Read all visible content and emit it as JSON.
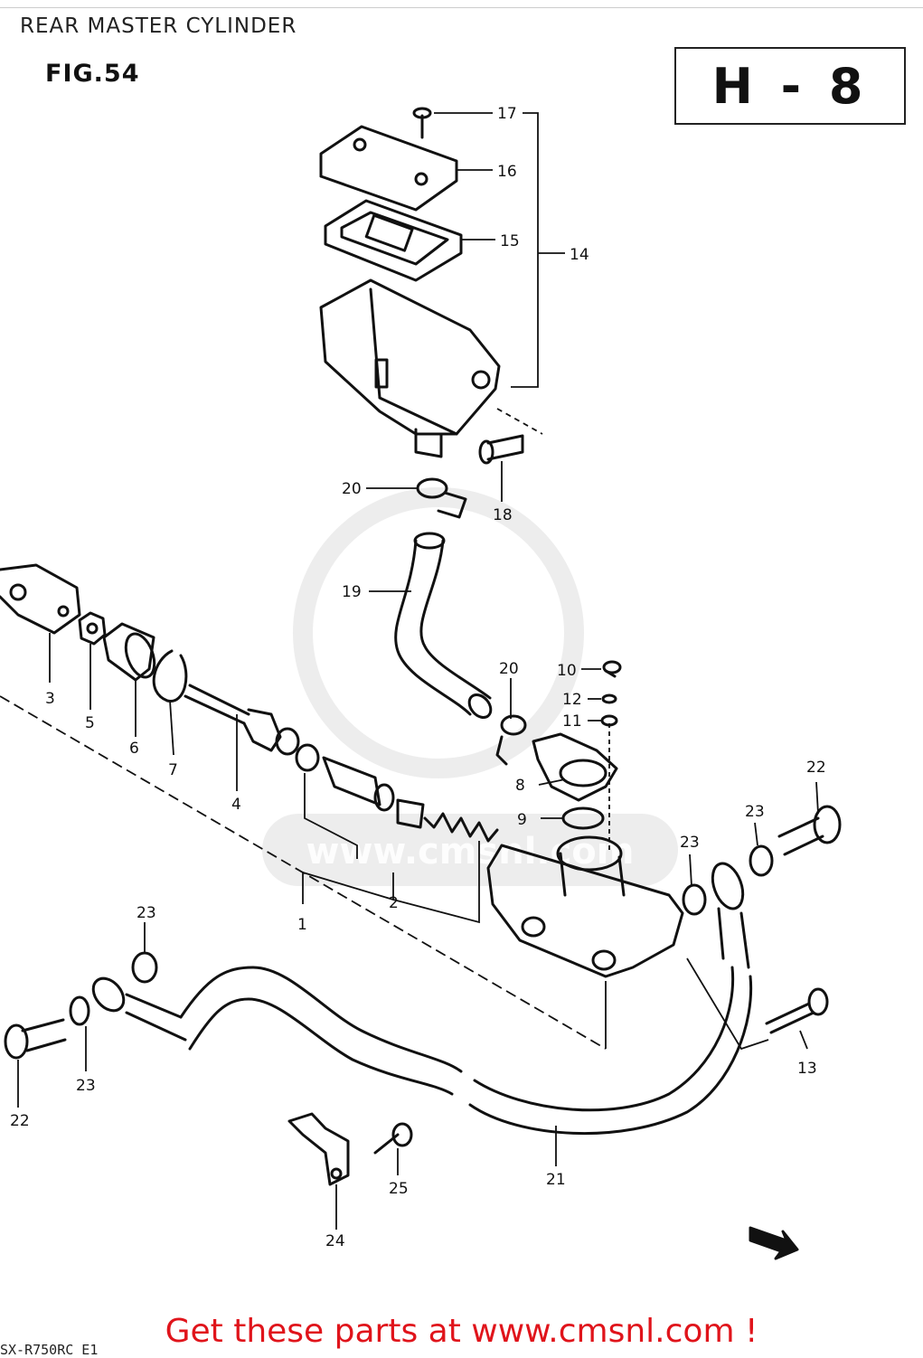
{
  "title": "REAR MASTER CYLINDER",
  "figure": "FIG.54",
  "section": "H - 8",
  "watermark": "www.cmsnl.com",
  "footer": "Get these parts at www.cmsnl.com !",
  "sheet_code": "SX-R750RC E1",
  "callouts": [
    "1",
    "2",
    "3",
    "4",
    "5",
    "6",
    "7",
    "8",
    "9",
    "10",
    "11",
    "12",
    "13",
    "14",
    "15",
    "16",
    "17",
    "18",
    "19",
    "20",
    "20",
    "21",
    "22",
    "22",
    "23",
    "23",
    "23",
    "23",
    "24",
    "25"
  ]
}
